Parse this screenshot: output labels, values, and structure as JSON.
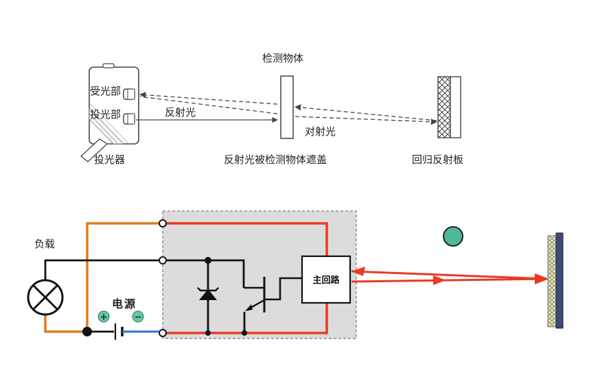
{
  "top_diagram": {
    "labels": {
      "receiver": "受光部",
      "emitter": "投光部",
      "sensor": "投光器",
      "reflected_light": "反射光",
      "target_object": "检测物体",
      "opposite_light": "对射光",
      "blocked_caption": "反射光被检测物体遮盖",
      "retroreflector": "回归反射板"
    }
  },
  "bottom_diagram": {
    "labels": {
      "load": "负载",
      "power_supply_1": "电",
      "power_supply_2": "源",
      "main_circuit": "主回路",
      "plus_symbol": "+",
      "minus_symbol": "−"
    }
  },
  "colors": {
    "orange_wire": "#e07b1d",
    "red_wire": "#ea3a24",
    "blue_wire": "#2a73d6",
    "black_wire": "#111111",
    "circuit_box_fill": "#dcdcdc",
    "object_ball": "#4db89a",
    "reflector_hatch": "#e9ecc3",
    "reflector_back": "#3b4a78",
    "battery_symbol_fill": "#69c7a6"
  }
}
